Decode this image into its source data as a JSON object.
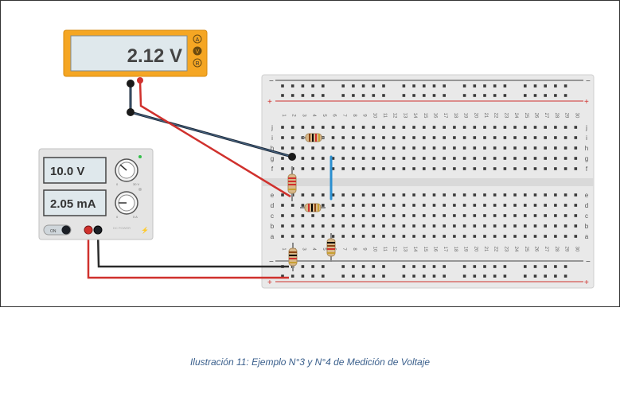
{
  "multimeter": {
    "reading": "2.12 V",
    "modes": [
      "A",
      "V",
      "R"
    ]
  },
  "power_supply": {
    "voltage": "10.0 V",
    "current": "2.05 mA",
    "knob_voltage_range": [
      "0",
      "30 V"
    ],
    "knob_current_range": [
      "0",
      "5 A"
    ],
    "switch_label": "ON",
    "brand_label": "DC POWER"
  },
  "breadboard": {
    "row_letters_top": [
      "j",
      "i",
      "h",
      "g",
      "f"
    ],
    "row_letters_bottom": [
      "e",
      "d",
      "c",
      "b",
      "a"
    ],
    "columns": [
      "1",
      "2",
      "3",
      "4",
      "5",
      "6",
      "7",
      "8",
      "9",
      "10",
      "11",
      "12",
      "13",
      "14",
      "15",
      "16",
      "17",
      "18",
      "19",
      "20",
      "21",
      "22",
      "23",
      "24",
      "25",
      "26",
      "27",
      "28",
      "29",
      "30"
    ],
    "rail_minus": "−",
    "rail_plus": "+"
  },
  "caption": "Ilustración 11: Ejemplo N°3 y N°4 de Medición de Voltaje",
  "colors": {
    "multimeter_body": "#f5a623",
    "wire_red": "#d0312d",
    "wire_black": "#2b2b2b",
    "wire_blue_link": "#2a8fd0",
    "rail_red": "#d0312d",
    "rail_blue": "#333333"
  }
}
